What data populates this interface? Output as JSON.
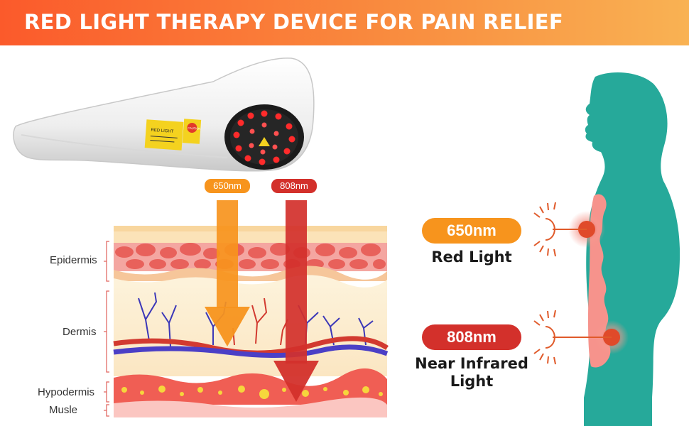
{
  "banner": {
    "title": "RED LIGHT THERAPY DEVICE FOR PAIN RELIEF"
  },
  "device": {
    "caution_label": "CAUTION",
    "sticker_text": "RED LIGHT"
  },
  "arrows": [
    {
      "wavelength": "650nm",
      "color": "#f7941d"
    },
    {
      "wavelength": "808nm",
      "color": "#d3302b"
    }
  ],
  "skin_layers": [
    "Epidermis",
    "Dermis",
    "Hypodermis",
    "Musle"
  ],
  "legend": [
    {
      "wavelength": "650nm",
      "label": "Red Light",
      "color": "#f7941d"
    },
    {
      "wavelength": "808nm",
      "label_line1": "Near Infrared",
      "label_line2": "Light",
      "color": "#d3302b"
    }
  ],
  "colors": {
    "banner_start": "#fb5a2b",
    "banner_end": "#f9b253",
    "body": "#26a99a",
    "organ": "#f6938c"
  }
}
